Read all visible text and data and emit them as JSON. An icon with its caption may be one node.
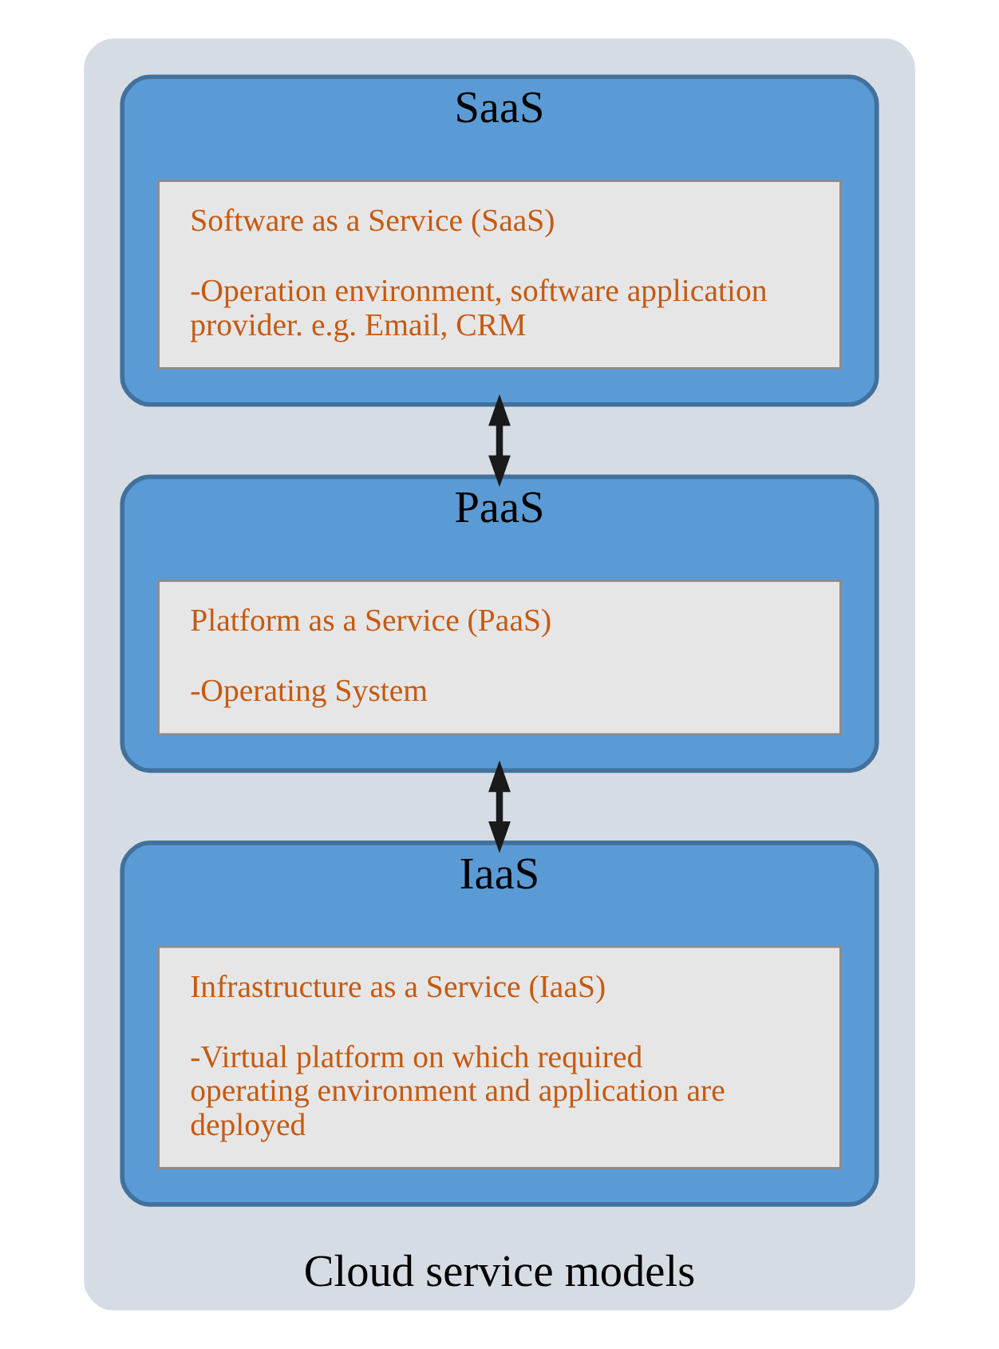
{
  "diagram": {
    "nodes": [
      {
        "text": [
          "Cloud service models"
        ]
      },
      {
        "text": [
          "SaaS"
        ],
        "in": 0
      },
      {
        "text": [
          "Software as a Service (SaaS)",
          "-Operation environment, software application provider. e.g. Email, CRM"
        ],
        "in": 1
      },
      {
        "text": [
          "PaaS"
        ],
        "in": 0
      },
      {
        "text": [
          "Platform as a Service (PaaS)",
          "-Operating System"
        ],
        "in": 3
      },
      {
        "text": [
          "IaaS"
        ],
        "in": 0
      },
      {
        "text": [
          "Infrastructure as a Service (IaaS)",
          "-Virtual platform on which required operating environment and application are deployed"
        ],
        "in": 5
      }
    ],
    "edges": [
      {
        "from": 1,
        "to": 3,
        "arrow": "both"
      },
      {
        "from": 3,
        "to": 5,
        "arrow": "both"
      }
    ]
  }
}
